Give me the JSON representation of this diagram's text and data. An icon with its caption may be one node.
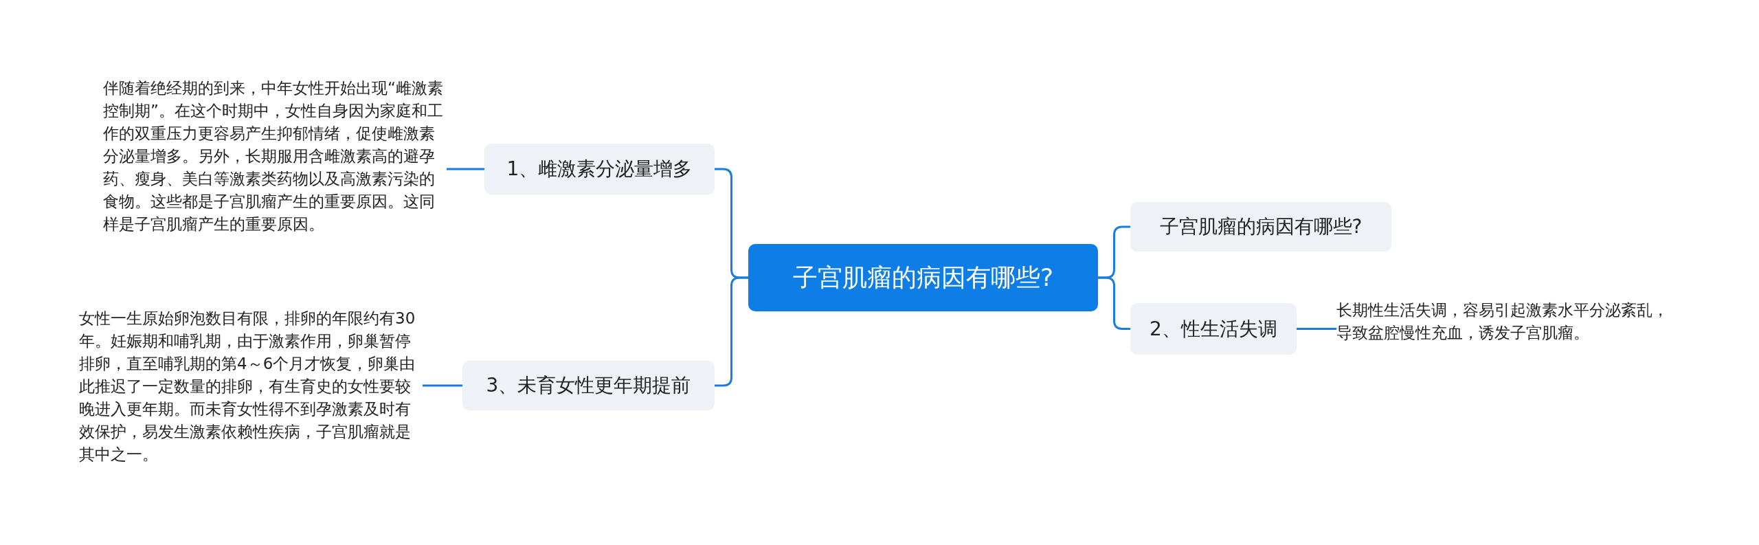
{
  "diagram": {
    "nodes": [
      {
        "text": [
          "子宫肌瘤的病因有哪些?"
        ]
      },
      {
        "text": [
          "1、雌激素分泌量增多"
        ]
      },
      {
        "text": [
          "伴随着绝经期的到来，中年女性开始出现“雌激素控制期”。在这个时期中，女性自身因为家庭和工作的双重压力更容易产生抑郁情绪，促使雌激素分泌量增多。另外，长期服用含雌激素高的避孕药、瘦身、美白等激素类药物以及高激素污染的食物。这些都是子宫肌瘤产生的重要原因。这同样是子宫肌瘤产生的重要原因。"
        ]
      },
      {
        "text": [
          "3、未育女性更年期提前"
        ]
      },
      {
        "text": [
          "女性一生原始卵泡数目有限，排卵的年限约有30年。妊娠期和哺乳期，由于激素作用，卵巢暂停排卵，直至哺乳期的第4～6个月才恢复，卵巢由此推迟了一定数量的排卵，有生育史的女性要较晚进入更年期。而未育女性得不到孕激素及时有效保护，易发生激素依赖性疾病，子宫肌瘤就是其中之一。"
        ]
      },
      {
        "text": [
          "子宫肌瘤的病因有哪些?"
        ]
      },
      {
        "text": [
          "2、性生活失调"
        ]
      },
      {
        "text": [
          "长期性生活失调，容易引起激素水平分泌紊乱，导致盆腔慢性充血，诱发子宫肌瘤。"
        ]
      }
    ],
    "edges": [
      {
        "from": 0,
        "to": 1,
        "arrow": "none"
      },
      {
        "from": 0,
        "to": 3,
        "arrow": "none"
      },
      {
        "from": 0,
        "to": 5,
        "arrow": "none"
      },
      {
        "from": 0,
        "to": 6,
        "arrow": "none"
      },
      {
        "from": 1,
        "to": 2,
        "arrow": "none"
      },
      {
        "from": 3,
        "to": 4,
        "arrow": "none"
      },
      {
        "from": 6,
        "to": 7,
        "arrow": "none"
      }
    ]
  }
}
